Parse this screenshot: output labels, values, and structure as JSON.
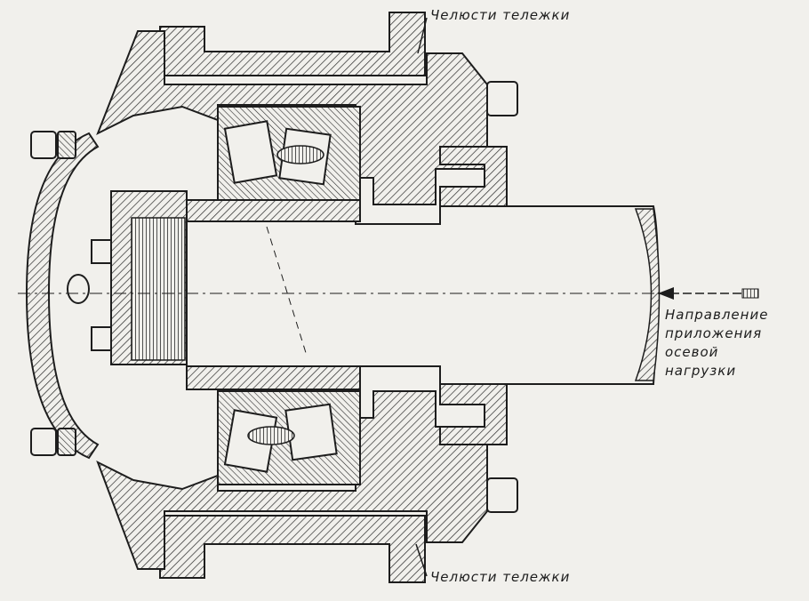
{
  "labels": {
    "top_caption": "Челюсти тележки",
    "bottom_caption": "Челюсти тележки",
    "load_direction": [
      "Направление",
      "приложения",
      "осевой",
      "нагрузки"
    ]
  },
  "colors": {
    "background": "#f1f0ec",
    "ink": "#1d1d1d"
  }
}
